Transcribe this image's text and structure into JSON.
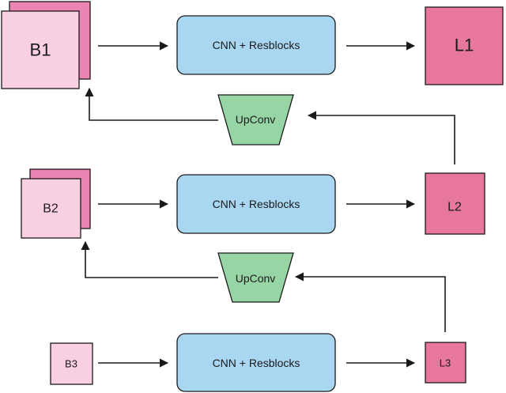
{
  "inputs": [
    {
      "label": "B1"
    },
    {
      "label": "B2"
    },
    {
      "label": "B3"
    }
  ],
  "blocks": [
    {
      "label": "CNN + Resblocks"
    },
    {
      "label": "CNN + Resblocks"
    },
    {
      "label": "CNN + Resblocks"
    }
  ],
  "outputs": [
    {
      "label": "L1"
    },
    {
      "label": "L2"
    },
    {
      "label": "L3"
    }
  ],
  "upconvs": [
    {
      "label": "UpConv"
    },
    {
      "label": "UpConv"
    }
  ],
  "colors": {
    "input_pink_light": "#f9cfe2",
    "input_pink_back": "#ec85b4",
    "output_pink": "#e8779f",
    "block_blue": "#a9d7f2",
    "upconv_green": "#97d5a5",
    "line": "#1a1a1a"
  }
}
